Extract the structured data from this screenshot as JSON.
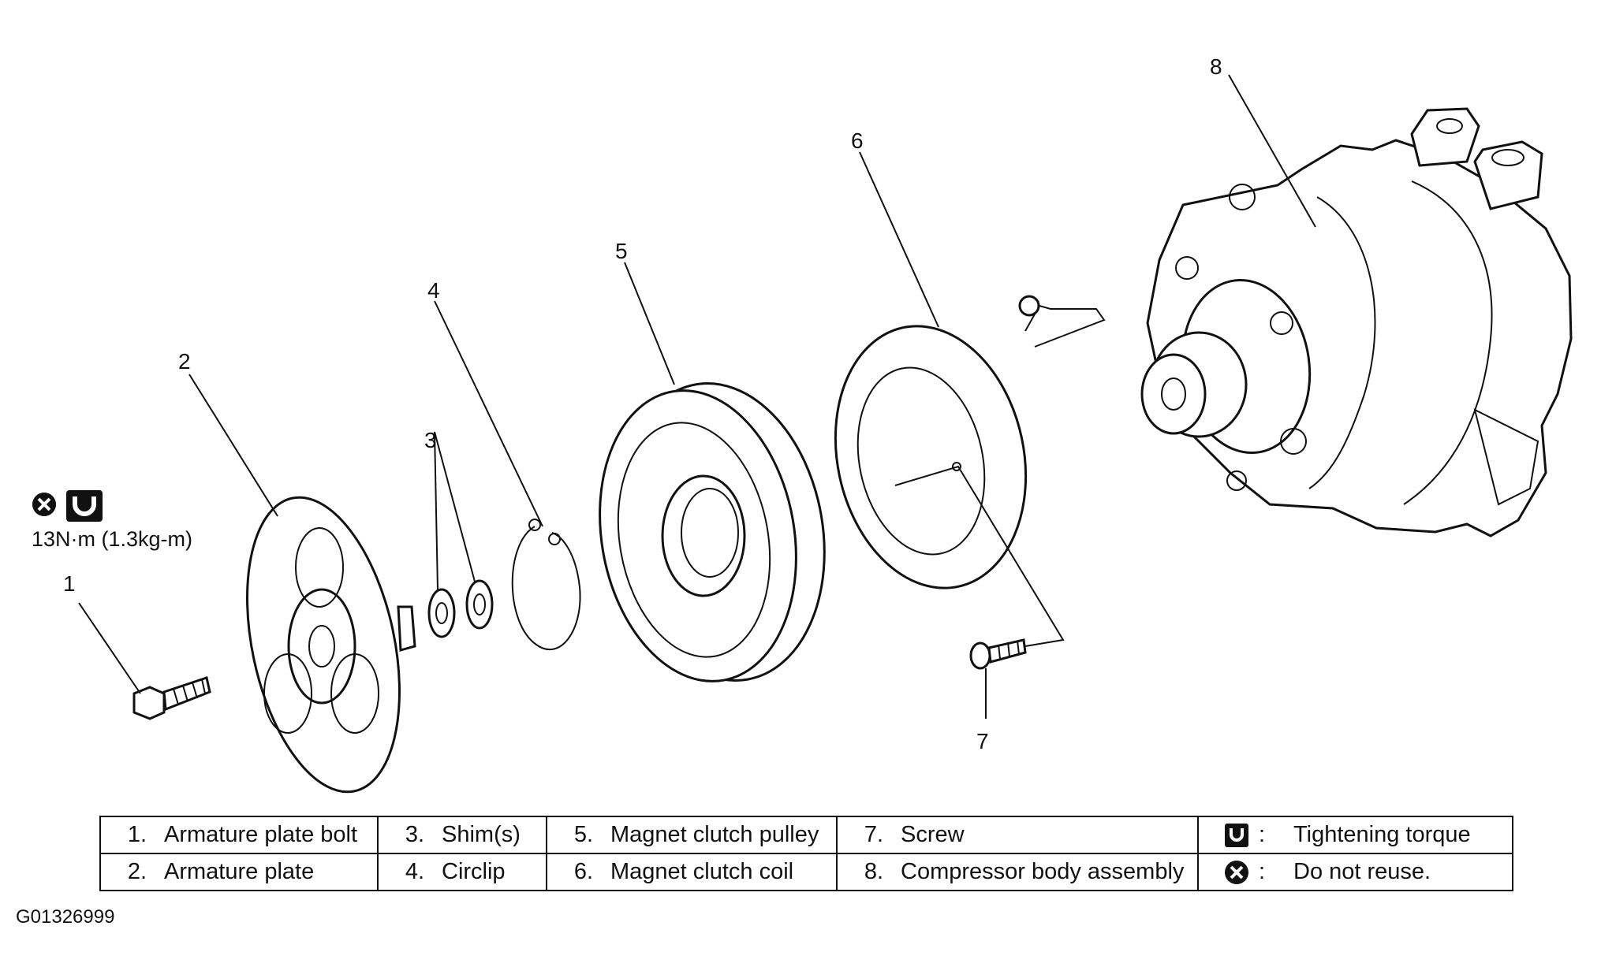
{
  "figure_id": "G01326999",
  "torque_spec": "13N·m (1.3kg-m)",
  "callouts": [
    "1",
    "2",
    "3",
    "4",
    "5",
    "6",
    "7",
    "8"
  ],
  "legend": {
    "parts": [
      {
        "num": "1.",
        "label": "Armature plate bolt"
      },
      {
        "num": "2.",
        "label": "Armature plate"
      },
      {
        "num": "3.",
        "label": "Shim(s)"
      },
      {
        "num": "4.",
        "label": "Circlip"
      },
      {
        "num": "5.",
        "label": "Magnet clutch pulley"
      },
      {
        "num": "6.",
        "label": "Magnet clutch coil"
      },
      {
        "num": "7.",
        "label": "Screw"
      },
      {
        "num": "8.",
        "label": "Compressor body assembly"
      }
    ],
    "symbols": [
      {
        "icon": "torque-wrench-icon",
        "colon": ":",
        "label": "Tightening torque"
      },
      {
        "icon": "do-not-reuse-icon",
        "colon": ":",
        "label": "Do not reuse."
      }
    ]
  }
}
